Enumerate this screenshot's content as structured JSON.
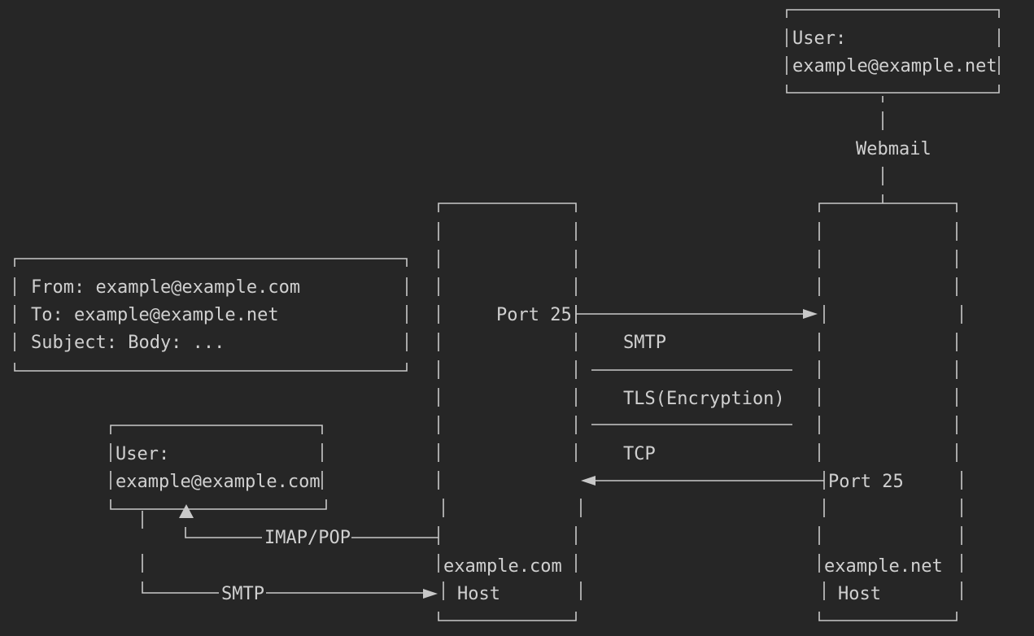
{
  "diagram": {
    "message_box": {
      "from_line": "From: example@example.com",
      "to_line": "To: example@example.net",
      "subject_line": "Subject: Body: ..."
    },
    "sender_user": {
      "label": "User:",
      "email": "example@example.com"
    },
    "recipient_user": {
      "label": "User:",
      "email": "example@example.net"
    },
    "sender_host": {
      "name": "example.com",
      "suffix": "Host",
      "port": "Port 25"
    },
    "recipient_host": {
      "name": "example.net",
      "suffix": "Host",
      "port": "Port 25"
    },
    "links": {
      "webmail": "Webmail",
      "imap_pop": "IMAP/POP",
      "smtp_submit": "SMTP"
    },
    "protocol_stack": {
      "smtp": "SMTP",
      "tls": "TLS(Encryption)",
      "tcp": "TCP"
    }
  },
  "colors": {
    "background": "#262626",
    "line": "#c8c8c8",
    "text": "#d0d0d0"
  }
}
